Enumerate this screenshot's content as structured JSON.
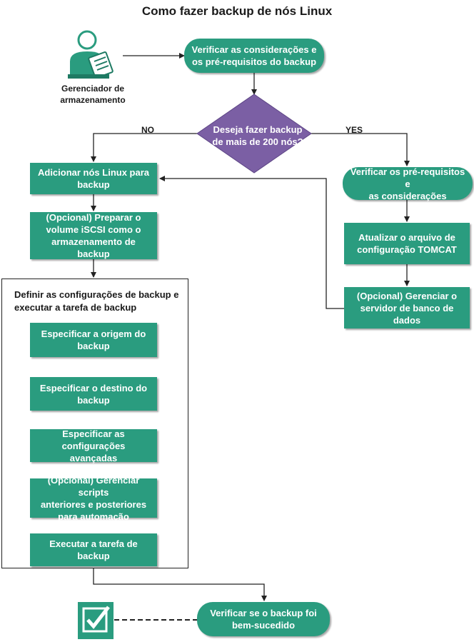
{
  "title": "Como fazer backup de nós Linux",
  "actor": {
    "label": "Gerenciador de\narmazenamento"
  },
  "nodes": {
    "verify_considerations": "Verificar as considerações e\nos pré-requisitos do backup",
    "decision": "Deseja fazer backup\nde mais de 200 nós?",
    "no_label": "NO",
    "yes_label": "YES",
    "add_nodes": "Adicionar nós Linux para\nbackup",
    "prepare_iscsi": "(Opcional) Preparar o\nvolume iSCSI como o\narmazenamento de backup",
    "verify_prereq_yes": "Verificar os pré-requisitos e\nas considerações",
    "update_tomcat": "Atualizar o arquivo de\nconfiguração TOMCAT",
    "manage_db": "(Opcional) Gerenciar o\nservidor de banco de dados",
    "group_title": "Definir as configurações de backup e\nexecutar a tarefa de backup",
    "specify_source": "Especificar a origem do\nbackup",
    "specify_destination": "Especificar o destino do\nbackup",
    "specify_advanced": "Especificar as configurações\navançadas",
    "manage_scripts": "(Opcional) Gerenciar scripts\nanteriores e posteriores\npara automação",
    "run_job": "Executar a tarefa de backup",
    "verify_success": "Verificar se o backup foi\nbem-sucedido"
  },
  "colors": {
    "node": "#2a9c7f",
    "decision": "#7b5fa4",
    "line": "#222222"
  }
}
